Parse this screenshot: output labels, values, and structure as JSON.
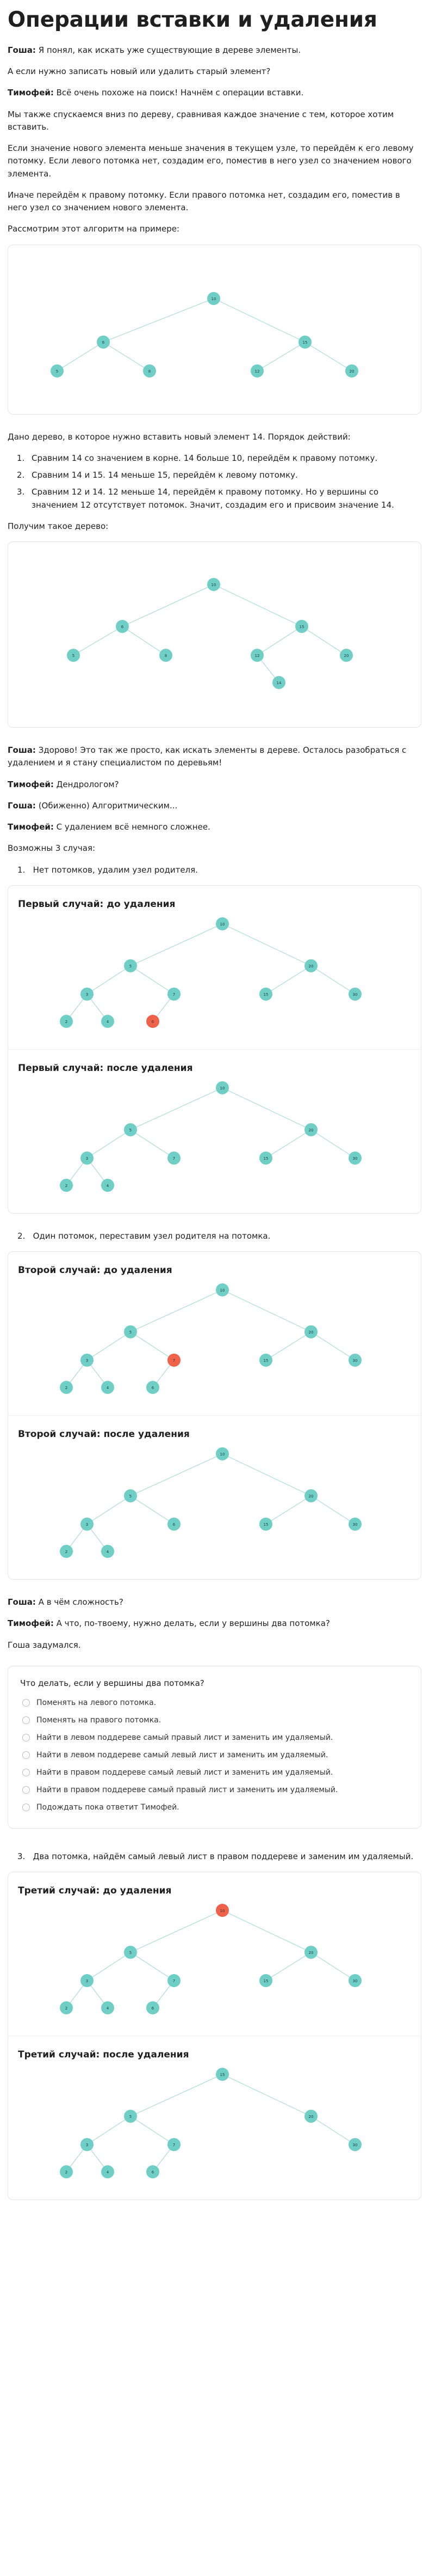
{
  "title": "Операции вставки и удаления",
  "intro": [
    {
      "speaker": "Гоша:",
      "text": " Я понял, как искать уже существующие в дереве элементы."
    },
    {
      "speaker": "",
      "text": "А если нужно записать новый или удалить старый элемент?"
    },
    {
      "speaker": "Тимофей:",
      "text": " Всё очень похоже на поиск! Начнём с операции вставки."
    },
    {
      "speaker": "",
      "text": "Мы также спускаемся вниз по дереву, сравнивая каждое значение с тем, которое хотим вставить."
    },
    {
      "speaker": "",
      "text": "Если значение нового элемента меньше значения в текущем узле, то перейдём к его левому потомку. Если левого потомка нет, создадим его, поместив в него узел со значением нового элемента."
    },
    {
      "speaker": "",
      "text": "Иначе перейдём к правому потомку. Если правого потомка нет, создадим его, поместив в него узел со значением нового элемента."
    },
    {
      "speaker": "",
      "text": "Рассмотрим этот алгоритм на примере:"
    }
  ],
  "tree1": {
    "nodes": [
      "10",
      "6",
      "15",
      "5",
      "8",
      "12",
      "20"
    ]
  },
  "insert_text": "Дано дерево, в которое нужно вставить новый элемент 14. Порядок действий:",
  "insert_steps": [
    "Сравним 14 со значением в корне. 14 больше 10, перейдём к правому потомку.",
    "Сравним 14 и 15. 14 меньше 15, перейдём к левому потомку.",
    "Сравним 12 и 14. 12 меньше 14, перейдём к правому потомку. Но у вершины со значением 12 отсутствует потомок. Значит, создадим его и присвоим значение 14."
  ],
  "result_text": "Получим такое дерево:",
  "tree2": {
    "nodes": [
      "10",
      "6",
      "15",
      "5",
      "8",
      "12",
      "20",
      "14"
    ]
  },
  "dialog2": [
    {
      "speaker": "Гоша:",
      "text": " Здорово! Это так же просто, как искать элементы в дереве. Осталось разобраться с удалением и я стану специалистом по деревьям!"
    },
    {
      "speaker": "Тимофей:",
      "text": " Дендрологом?"
    },
    {
      "speaker": "Гоша:",
      "text": " (Обиженно) Алгоритмическим..."
    },
    {
      "speaker": "Тимофей:",
      "text": " С удалением всё немного сложнее."
    },
    {
      "speaker": "",
      "text": "Возможны 3 случая:"
    }
  ],
  "case1": {
    "num": "1.",
    "text": "Нет потомков, удалим узел родителя."
  },
  "case1_before": {
    "title": "Первый случай: до удаления",
    "nodes": [
      "10",
      "5",
      "20",
      "3",
      "7",
      "15",
      "30",
      "2",
      "4",
      "6"
    ]
  },
  "case1_after": {
    "title": "Первый случай: после удаления",
    "nodes": [
      "10",
      "5",
      "20",
      "3",
      "7",
      "15",
      "30",
      "2",
      "4"
    ]
  },
  "case2": {
    "num": "2.",
    "text": "Один потомок, переставим узел родителя на потомка."
  },
  "case2_before": {
    "title": "Второй случай: до удаления",
    "nodes": [
      "10",
      "5",
      "20",
      "3",
      "7",
      "15",
      "30",
      "2",
      "4",
      "6"
    ]
  },
  "case2_after": {
    "title": "Второй случай: после удаления",
    "nodes": [
      "10",
      "5",
      "20",
      "3",
      "6",
      "15",
      "30",
      "2",
      "4"
    ]
  },
  "dialog3": [
    {
      "speaker": "Гоша:",
      "text": " А в чём сложность?"
    },
    {
      "speaker": "Тимофей:",
      "text": " А что, по-твоему, нужно делать, если у вершины два потомка?"
    },
    {
      "speaker": "",
      "text": "Гоша задумался."
    }
  ],
  "quiz": {
    "question": "Что делать, если у вершины два потомка?",
    "options": [
      "Поменять на левого потомка.",
      "Поменять на правого потомка.",
      "Найти в левом поддереве самый правый лист и заменить им удаляемый.",
      "Найти в левом поддереве самый левый лист и заменить им удаляемый.",
      "Найти в правом поддереве самый левый лист и заменить им удаляемый.",
      "Найти в правом поддереве самый правый лист и заменить им удаляемый.",
      "Подождать пока ответит Тимофей."
    ]
  },
  "case3": {
    "num": "3.",
    "text": "Два потомка, найдём самый левый лист в правом поддереве и заменим им удаляемый."
  },
  "case3_before": {
    "title": "Третий случай: до удаления",
    "nodes": [
      "10",
      "5",
      "20",
      "3",
      "7",
      "15",
      "30",
      "2",
      "4",
      "6"
    ]
  },
  "case3_after": {
    "title": "Третий случай: после удаления",
    "nodes": [
      "15",
      "5",
      "20",
      "3",
      "7",
      "30",
      "2",
      "4",
      "6"
    ]
  },
  "colors": {
    "node": "#6fcfc7",
    "highlight": "#ef6149",
    "edge": "#a9dcd8"
  }
}
